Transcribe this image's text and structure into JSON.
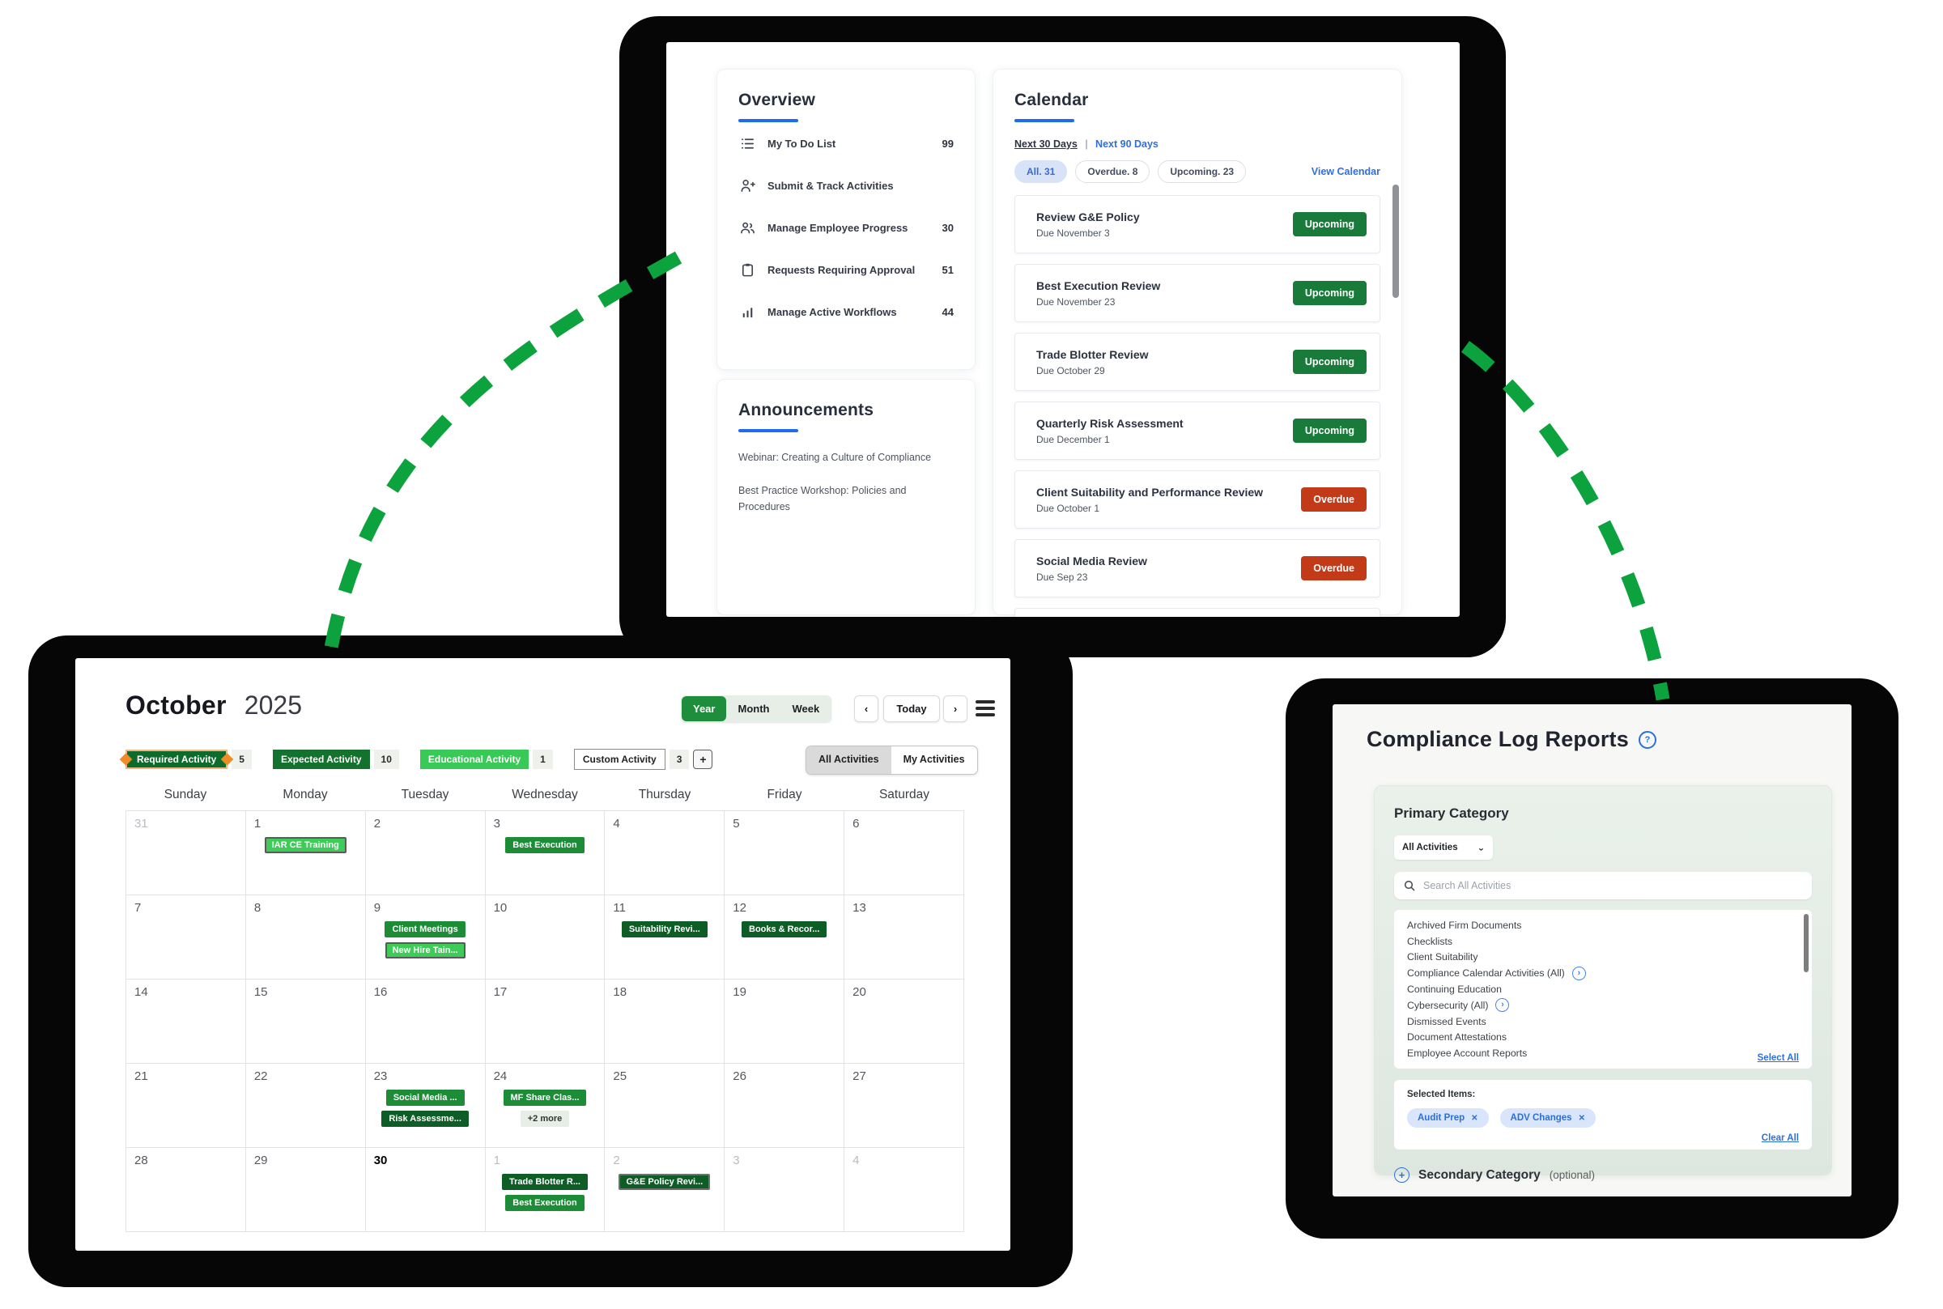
{
  "connector_color": "#0ca23d",
  "overview_panel": {
    "title": "Overview",
    "items": [
      {
        "icon": "list-icon",
        "label": "My To Do List",
        "count": "99"
      },
      {
        "icon": "person-plus-icon",
        "label": "Submit & Track Activities",
        "count": ""
      },
      {
        "icon": "people-icon",
        "label": "Manage Employee Progress",
        "count": "30"
      },
      {
        "icon": "clipboard-icon",
        "label": "Requests Requiring Approval",
        "count": "51"
      },
      {
        "icon": "bar-chart-icon",
        "label": "Manage Active Workflows",
        "count": "44"
      }
    ]
  },
  "announcements_panel": {
    "title": "Announcements",
    "items": [
      "Webinar: Creating a Culture of Compliance",
      "Best Practice Workshop: Policies and Procedures"
    ]
  },
  "calendar_panel": {
    "title": "Calendar",
    "range_primary": "Next 30 Days",
    "range_separator": "|",
    "range_secondary": "Next 90 Days",
    "filters": [
      {
        "label": "All. 31",
        "active": true
      },
      {
        "label": "Overdue. 8",
        "active": false
      },
      {
        "label": "Upcoming. 23",
        "active": false
      }
    ],
    "view_calendar_label": "View Calendar",
    "events": [
      {
        "title": "Review G&E Policy",
        "due": "Due November 3",
        "status": "Upcoming"
      },
      {
        "title": "Best Execution Review",
        "due": "Due November 23",
        "status": "Upcoming"
      },
      {
        "title": "Trade Blotter Review",
        "due": "Due October 29",
        "status": "Upcoming"
      },
      {
        "title": "Quarterly Risk Assessment",
        "due": "Due December 1",
        "status": "Upcoming"
      },
      {
        "title": "Client Suitability and Performance Review",
        "due": "Due October 1",
        "status": "Overdue"
      },
      {
        "title": "Social Media Review",
        "due": "Due Sep 23",
        "status": "Overdue"
      }
    ]
  },
  "month_calendar": {
    "month": "October",
    "year": "2025",
    "view_options": [
      {
        "label": "Year",
        "active": true
      },
      {
        "label": "Month",
        "active": false
      },
      {
        "label": "Week",
        "active": false
      }
    ],
    "prev_label": "‹",
    "today_label": "Today",
    "next_label": "›",
    "legend": [
      {
        "label": "Required Activity",
        "count": "5",
        "type": "required"
      },
      {
        "label": "Expected Activity",
        "count": "10",
        "type": "expected"
      },
      {
        "label": "Educational Activity",
        "count": "1",
        "type": "educational"
      },
      {
        "label": "Custom Activity",
        "count": "3",
        "type": "custom"
      }
    ],
    "add_label": "+",
    "scope_options": [
      {
        "label": "All Activities",
        "active": true
      },
      {
        "label": "My Activities",
        "active": false
      }
    ],
    "day_headers": [
      "Sunday",
      "Monday",
      "Tuesday",
      "Wednesday",
      "Thursday",
      "Friday",
      "Saturday"
    ],
    "weeks": [
      [
        {
          "d": "31",
          "muted": true
        },
        {
          "d": "1",
          "events": [
            {
              "label": "IAR CE Training",
              "style": "bright"
            }
          ]
        },
        {
          "d": "2"
        },
        {
          "d": "3",
          "events": [
            {
              "label": "Best Execution",
              "style": "green"
            }
          ]
        },
        {
          "d": "4"
        },
        {
          "d": "5"
        },
        {
          "d": "6"
        }
      ],
      [
        {
          "d": "7"
        },
        {
          "d": "8"
        },
        {
          "d": "9",
          "events": [
            {
              "label": "Client Meetings",
              "style": "green"
            },
            {
              "label": "New Hire Tain...",
              "style": "bright"
            }
          ]
        },
        {
          "d": "10"
        },
        {
          "d": "11",
          "events": [
            {
              "label": "Suitability Revi...",
              "style": "dark"
            }
          ]
        },
        {
          "d": "12",
          "events": [
            {
              "label": "Books & Recor...",
              "style": "dark"
            }
          ]
        },
        {
          "d": "13"
        }
      ],
      [
        {
          "d": "14"
        },
        {
          "d": "15"
        },
        {
          "d": "16"
        },
        {
          "d": "17"
        },
        {
          "d": "18"
        },
        {
          "d": "19"
        },
        {
          "d": "20"
        }
      ],
      [
        {
          "d": "21"
        },
        {
          "d": "22"
        },
        {
          "d": "23",
          "events": [
            {
              "label": "Social Media ...",
              "style": "green"
            },
            {
              "label": "Risk Assessme...",
              "style": "dark"
            }
          ]
        },
        {
          "d": "24",
          "events": [
            {
              "label": "MF Share Clas...",
              "style": "green"
            },
            {
              "label": "+2 more",
              "style": "more"
            }
          ]
        },
        {
          "d": "25"
        },
        {
          "d": "26"
        },
        {
          "d": "27"
        }
      ],
      [
        {
          "d": "28"
        },
        {
          "d": "29"
        },
        {
          "d": "30",
          "today": true
        },
        {
          "d": "1",
          "muted": true,
          "events": [
            {
              "label": "Trade Blotter R...",
              "style": "dark"
            },
            {
              "label": "Best Execution",
              "style": "green"
            }
          ]
        },
        {
          "d": "2",
          "muted": true,
          "events": [
            {
              "label": "G&E Policy Revi...",
              "style": "darkb"
            }
          ]
        },
        {
          "d": "3",
          "muted": true
        },
        {
          "d": "4",
          "muted": true
        }
      ]
    ]
  },
  "reports_panel": {
    "title": "Compliance Log Reports",
    "help_label": "?",
    "primary_category_label": "Primary Category",
    "category_value": "All Activities",
    "select_chevron": "⌄",
    "search_placeholder": "Search All Activities",
    "list_items": [
      {
        "label": "Archived Firm Documents",
        "expandable": false
      },
      {
        "label": "Checklists",
        "expandable": false
      },
      {
        "label": "Client Suitability",
        "expandable": false
      },
      {
        "label": "Compliance Calendar Activities (All)",
        "expandable": true
      },
      {
        "label": "Continuing Education",
        "expandable": false
      },
      {
        "label": "Cybersecurity (All)",
        "expandable": true
      },
      {
        "label": "Dismissed Events",
        "expandable": false
      },
      {
        "label": "Document Attestations",
        "expandable": false
      },
      {
        "label": "Employee Account Reports",
        "expandable": false
      }
    ],
    "select_all_label": "Select All",
    "selected_items_label": "Selected Items:",
    "selected_chips": [
      {
        "label": "Audit Prep"
      },
      {
        "label": "ADV Changes"
      }
    ],
    "chip_remove_label": "✕",
    "clear_all_label": "Clear All",
    "secondary_category_label": "Secondary Category",
    "secondary_optional_label": "(optional)"
  }
}
